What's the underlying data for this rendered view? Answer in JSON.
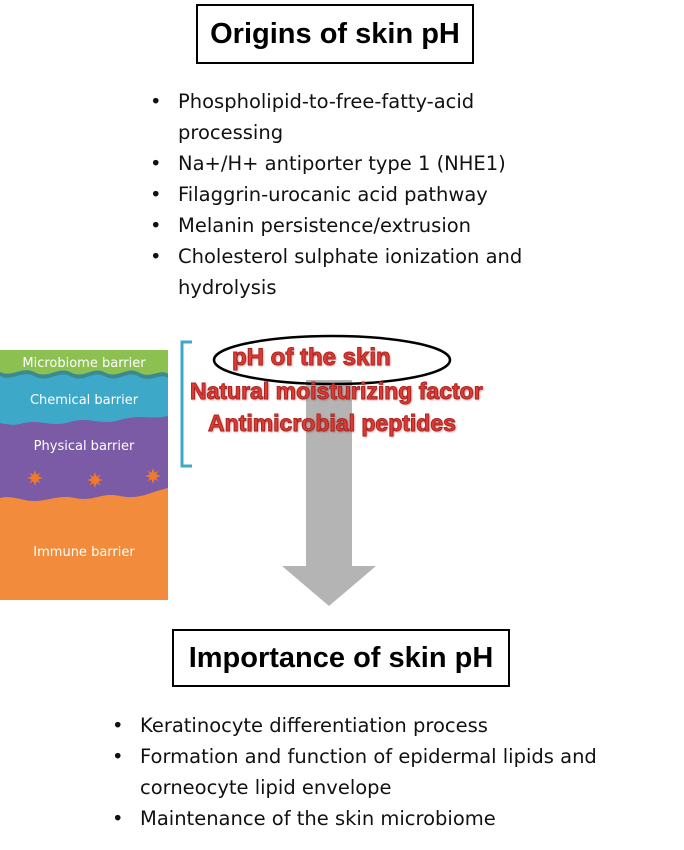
{
  "origins": {
    "title": "Origins of skin pH",
    "items": [
      "Phospholipid-to-free-fatty-acid processing",
      "Na+/H+ antiporter type 1 (NHE1)",
      "Filaggrin-urocanic acid pathway",
      "Melanin persistence/extrusion",
      "Cholesterol sulphate ionization and hydrolysis"
    ]
  },
  "skin_layers": {
    "microbiome": "Microbiome barrier",
    "chemical": "Chemical barrier",
    "physical": "Physical barrier",
    "immune": "Immune barrier",
    "colors": {
      "microbiome": "#8cc152",
      "chemical": "#3ea8c8",
      "physical": "#7b5aa6",
      "immune": "#f28c3c",
      "cells": "#f07a2a"
    }
  },
  "factors": {
    "ph": "pH of the skin",
    "nmf": "Natural moisturizing factor",
    "amp": "Antimicrobial peptides",
    "color": "#e03a35"
  },
  "importance": {
    "title": "Importance of skin pH",
    "items": [
      "Keratinocyte differentiation process",
      "Formation and function of epidermal lipids and corneocyte lipid envelope",
      "Maintenance of the skin microbiome"
    ]
  }
}
